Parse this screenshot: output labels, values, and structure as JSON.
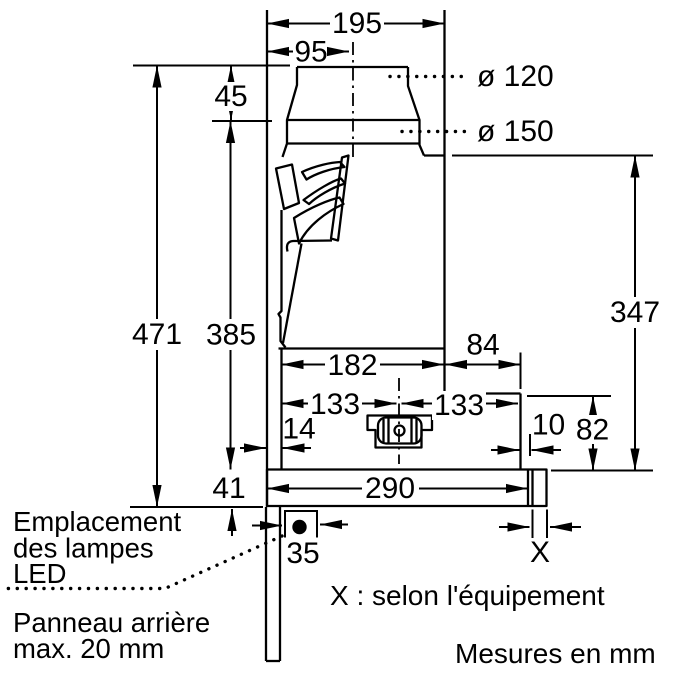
{
  "colors": {
    "ink": "#000000",
    "background": "#ffffff"
  },
  "dims": {
    "top_width": "195",
    "duct_offset": "95",
    "duct_height": "45",
    "total_height": "471",
    "body_height": "385",
    "right_height": "347",
    "body_width": "182",
    "ext_width": "84",
    "left_center": "133",
    "right_center": "133",
    "back_gap": "14",
    "front_gap": "10",
    "lower_height": "82",
    "plate_height": "41",
    "plate_width": "290",
    "led_offset": "35",
    "variable": "X"
  },
  "diameters": {
    "upper": "ø 120",
    "lower": "ø 150"
  },
  "notes": {
    "led": [
      "Emplacement",
      "des lampes",
      "LED"
    ],
    "panel": [
      "Panneau arrière",
      "max. 20 mm"
    ],
    "x_note": "X : selon l'équipement",
    "units": "Mesures en mm"
  }
}
